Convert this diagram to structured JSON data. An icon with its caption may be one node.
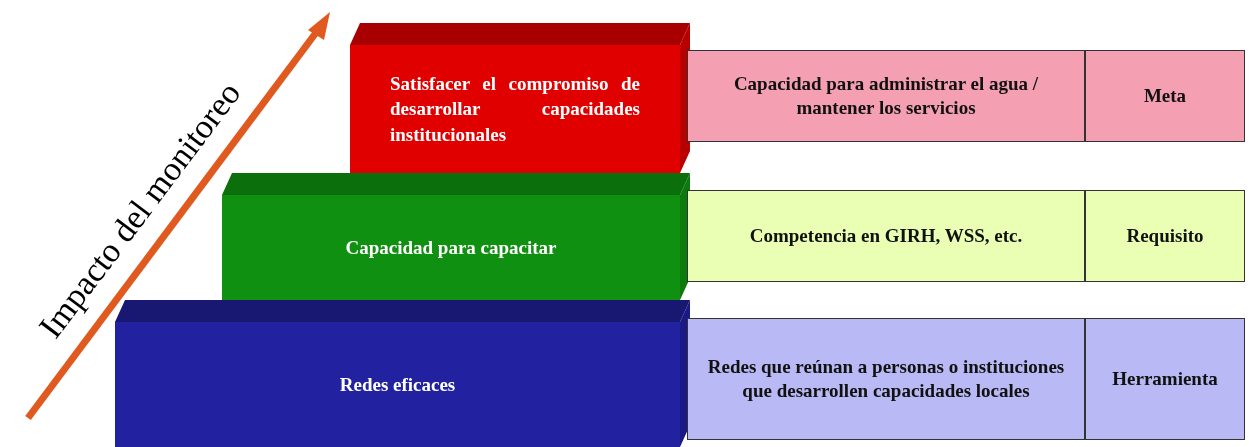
{
  "diagram": {
    "nodes": [
      {
        "text": [
          "Satisfacer el compromiso de desarrollar capacidades institucionales"
        ]
      },
      {
        "text": [
          "Capacidad para administrar el agua / mantener los servicios"
        ]
      },
      {
        "text": [
          "Meta"
        ]
      },
      {
        "text": [
          "Capacidad para capacitar"
        ]
      },
      {
        "text": [
          "Competencia en GIRH, WSS, etc."
        ]
      },
      {
        "text": [
          "Requisito"
        ]
      },
      {
        "text": [
          "Redes eficaces"
        ]
      },
      {
        "text": [
          "Redes que reúnan a personas o instituciones que desarrollen capacidades locales"
        ]
      },
      {
        "text": [
          "Herramienta"
        ]
      }
    ],
    "edges": [],
    "labels": [
      "Impacto del monitoreo"
    ]
  }
}
